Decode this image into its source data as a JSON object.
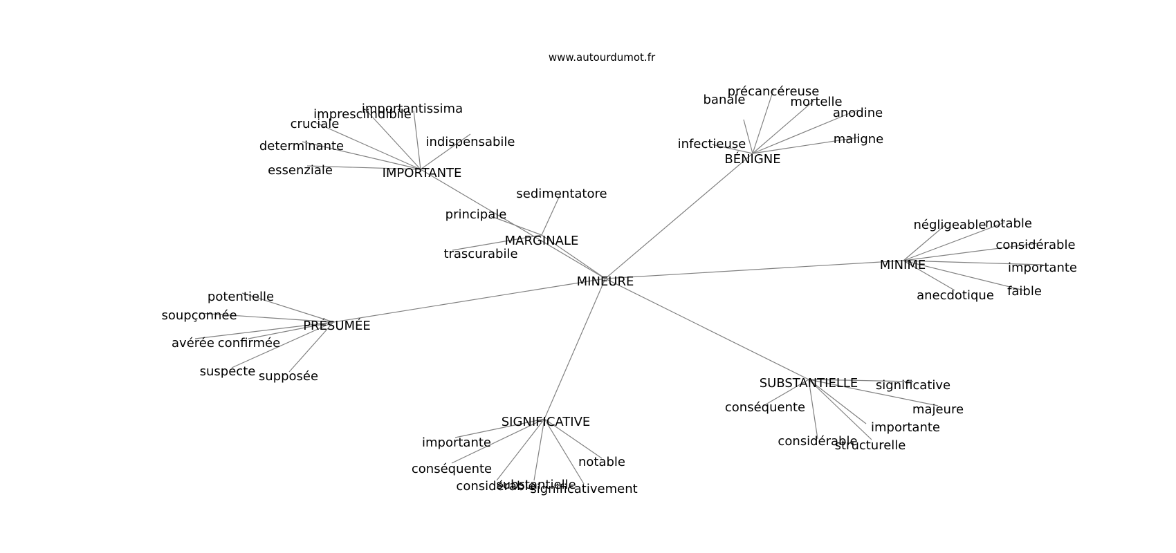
{
  "watermark": "www.autourdumot.fr",
  "edge_color": "#808080",
  "text_color": "#000000",
  "root": {
    "label": "MINEURE",
    "children": [
      {
        "label": "IMPORTANTE",
        "children": [
          "impresciindibile",
          "importantissima",
          "cruciale",
          "indispensabile",
          "determinante",
          "essenziale"
        ]
      },
      {
        "label": "MARGINALE",
        "children": [
          "sedimentatore",
          "principale",
          "trascurabile"
        ]
      },
      {
        "label": "BÉNIGNE",
        "children": [
          "banale",
          "précancéreuse",
          "mortelle",
          "anodine",
          "infectieuse",
          "maligne"
        ]
      },
      {
        "label": "MINIME",
        "children": [
          "négligeable",
          "notable",
          "considérable",
          "importante",
          "anecdotique",
          "faible"
        ]
      },
      {
        "label": "PRÉSUMÉE",
        "children": [
          "potentielle",
          "soupçonnée",
          "avérée",
          "confirmée",
          "suspecte",
          "supposée"
        ]
      },
      {
        "label": "SUBSTANTIELLE",
        "children": [
          "significative",
          "conséquente",
          "majeure",
          "importante",
          "considérable",
          "structurelle"
        ]
      },
      {
        "label": "SIGNIFICATIVE",
        "children": [
          "importante",
          "conséquente",
          "notable",
          "considérable",
          "substantielle",
          "significativement"
        ]
      }
    ]
  }
}
